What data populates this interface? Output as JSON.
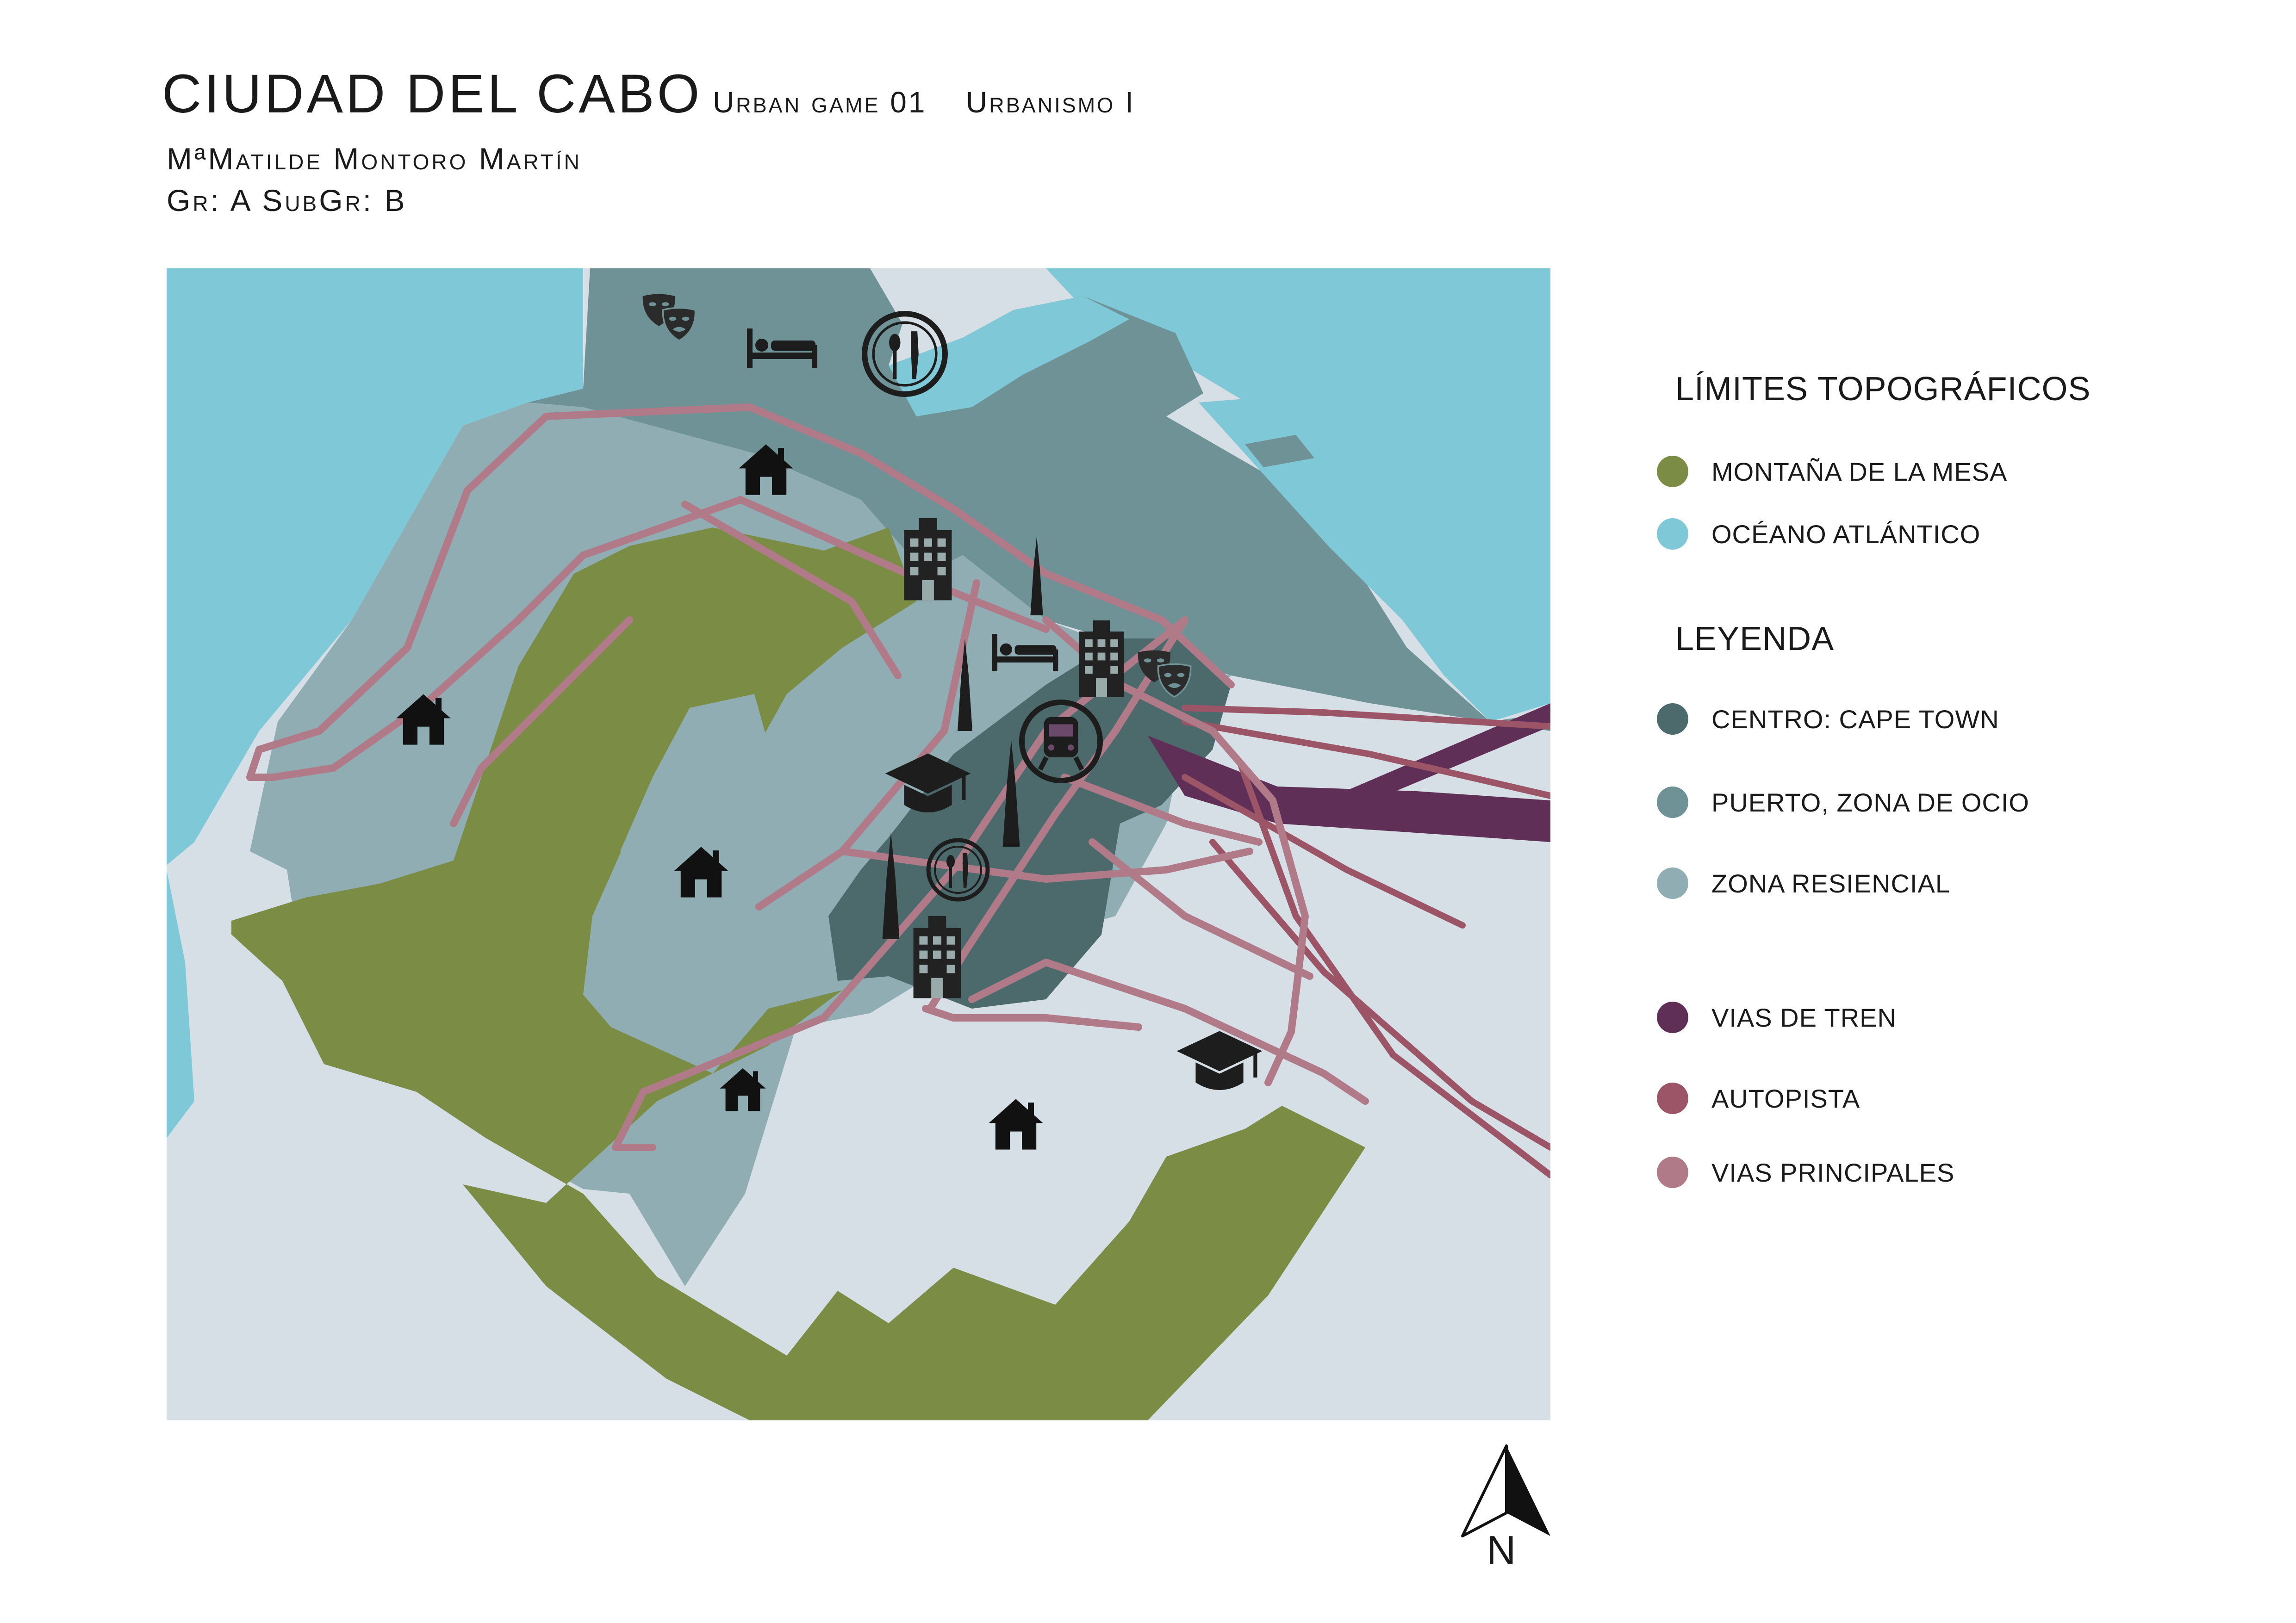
{
  "header": {
    "title": "CIUDAD DEL CABO",
    "subtitle": "Urban game 01",
    "course": "Urbanismo I",
    "author": "MªMatilde Montoro Martín",
    "group": "Gr: A SubGr: B"
  },
  "legend": {
    "topo_heading": "LÍMITES TOPOGRÁFICOS",
    "topo_items": [
      {
        "label": "MONTAÑA DE LA MESA",
        "color": "#7b8c45"
      },
      {
        "label": "OCÉANO ATLÁNTICO",
        "color": "#7ec8d8"
      }
    ],
    "legend_heading": "LEYENDA",
    "zone_items": [
      {
        "label": "CENTRO: CAPE TOWN",
        "color": "#4c6a6b"
      },
      {
        "label": "PUERTO, ZONA DE OCIO",
        "color": "#6e9296"
      },
      {
        "label": "ZONA RESIENCIAL",
        "color": "#8fadb2"
      }
    ],
    "line_items": [
      {
        "label": "VIAS DE TREN",
        "color": "#5f2f58"
      },
      {
        "label": "AUTOPISTA",
        "color": "#9c5566"
      },
      {
        "label": "VIAS PRINCIPALES",
        "color": "#b07a88"
      }
    ]
  },
  "map": {
    "colors": {
      "ocean": "#7ec8d8",
      "land": "#d6dfe6",
      "mountain": "#7b8c45",
      "center": "#4c6a6b",
      "port": "#6e9296",
      "residential": "#8fadb2",
      "rail": "#5f2f58",
      "highway": "#9c5566",
      "roads": "#b07a88"
    },
    "icons": [
      "theatre-icon",
      "bed-icon",
      "restaurant-icon",
      "house-icon",
      "hospital-building-icon",
      "skyscraper-icon",
      "train-icon",
      "graduation-cap-icon"
    ]
  },
  "north_arrow": {
    "label": "N"
  }
}
